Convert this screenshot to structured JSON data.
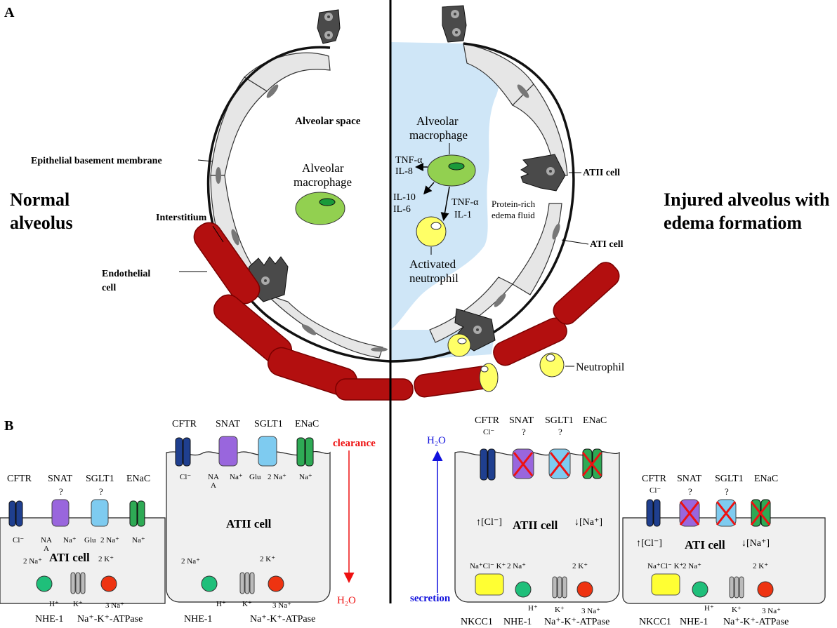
{
  "panel_a": {
    "label": "A",
    "normal": {
      "title_line1": "Normal",
      "title_line2": "alveolus",
      "alveolar_space": "Alveolar space",
      "macrophage_line1": "Alveolar",
      "macrophage_line2": "macrophage",
      "basement_membrane": "Epithelial basement membrane",
      "interstitium": "Interstitium",
      "endothelial_line1": "Endothelial",
      "endothelial_line2": "cell"
    },
    "injured": {
      "title_line1": "Injured alveolus with",
      "title_line2": "edema formatiom",
      "macrophage_line1": "Alveolar",
      "macrophage_line2": "macrophage",
      "tnf_a": "TNF-α",
      "il8": "IL-8",
      "il10": "IL-10",
      "il6": "IL-6",
      "tnf_a2": "TNF-α",
      "il1": "IL-1",
      "edema_line1": "Protein-rich",
      "edema_line2": "edema fluid",
      "activated_line1": "Activated",
      "activated_line2": "neutrophil",
      "atii": "ATII cell",
      "ati": "ATI cell",
      "neutrophil": "Neutrophil"
    }
  },
  "panel_b": {
    "label": "B",
    "channels": [
      "CFTR",
      "SNAT",
      "SGLT1",
      "ENaC"
    ],
    "q": "?",
    "cl": "Cl⁻",
    "na_a1": "NA",
    "na_a2": "A",
    "na_plus": "Na⁺",
    "glu": "Glu",
    "two_na": "2 Na⁺",
    "two_k": "2 K⁺",
    "h_plus": "H⁺",
    "k_plus": "K⁺",
    "three_na": "3 Na⁺",
    "nhe1": "NHE-1",
    "atpase": "Na⁺-K⁺-ATPase",
    "nkcc1": "NKCC1",
    "nkcc_ions": "Na⁺Cl⁻ K⁺",
    "ati_cell": "ATI cell",
    "atii_cell": "ATII cell",
    "clearance": "clearance",
    "h2o": "H₂O",
    "secretion": "secretion",
    "up_cl": "↑[Cl⁻]",
    "down_na": "↓[Na⁺]"
  },
  "colors": {
    "rbc": "#b30f0f",
    "cell_gray": "#e6e6e6",
    "dark_cell": "#4a4a4a",
    "edema": "#cfe6f7",
    "macrophage": "#92d050",
    "neutrophil": "#ffff66",
    "cftr": "#1f3f8f",
    "snat": "#9966dd",
    "sglt1": "#7ecbf0",
    "enac": "#2eaa55",
    "nhe1": "#1fbf7a",
    "atpase": "#ee3311",
    "nkcc1": "#ffff33",
    "clearance_red": "#ee1111",
    "secretion_blue": "#1111dd"
  }
}
